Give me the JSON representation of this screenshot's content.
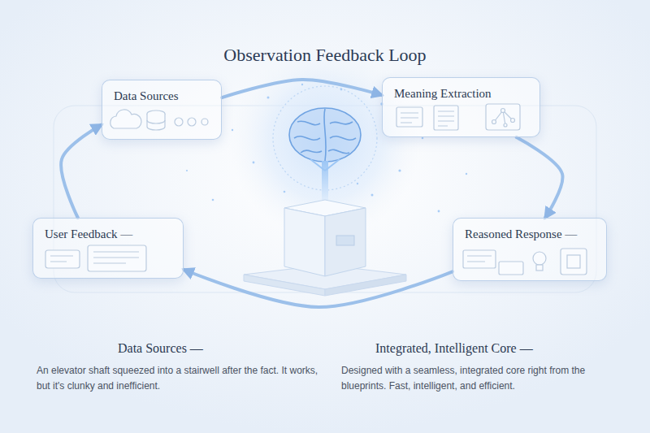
{
  "diagram": {
    "title": "Observation Feedback Loop",
    "nodes": [
      {
        "text": [
          "Data Sources"
        ]
      },
      {
        "text": [
          "Meaning Extraction"
        ]
      },
      {
        "text": [
          "User Feedback —"
        ]
      },
      {
        "text": [
          "Reasoned Response —"
        ]
      }
    ],
    "edges": [
      {
        "from": 0,
        "to": 1,
        "arrow": "to"
      },
      {
        "from": 1,
        "to": 3,
        "arrow": "to"
      },
      {
        "from": 3,
        "to": 2,
        "arrow": "to"
      },
      {
        "from": 2,
        "to": 0,
        "arrow": "to"
      }
    ],
    "labels": [
      "Data Sources —",
      "An elevator shaft squeezed into a stairwell after the fact. It works, but it's clunky and inefficient.",
      "Integrated, Intelligent Core —",
      "Designed with a seamless, integrated core right from the blueprints. Fast, intelligent, and efficient."
    ]
  }
}
